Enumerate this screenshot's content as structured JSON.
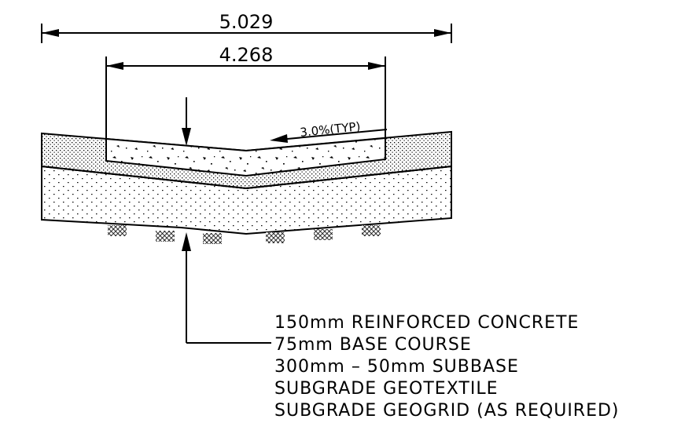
{
  "dimensions": {
    "overall_width": "5.029",
    "inner_width": "4.268"
  },
  "slope_label": "3.0%(TYP)",
  "layer_notes": [
    "150mm REINFORCED CONCRETE",
    "75mm BASE COURSE",
    "300mm – 50mm SUBBASE",
    "SUBGRADE GEOTEXTILE",
    "SUBGRADE GEOGRID (AS REQUIRED)"
  ],
  "colors": {
    "line": "#000000",
    "background": "#ffffff"
  }
}
